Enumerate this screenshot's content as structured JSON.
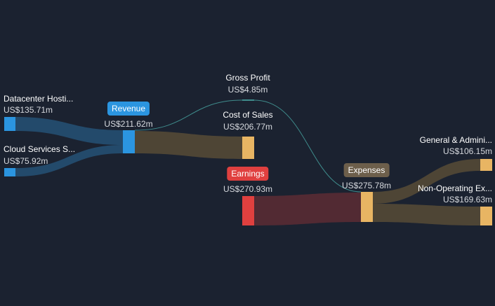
{
  "colors": {
    "background": "#1b2230",
    "revenue_source": "#2b95e0",
    "revenue_flow": "#234a6b",
    "cost_node": "#e8b563",
    "cost_flow": "#4e4535",
    "earnings_node": "#e0403f",
    "earnings_flow": "#522a33",
    "gross_profit_line": "#3f8c8c"
  },
  "nodes": {
    "datacenter": {
      "label": "Datacenter Hosti...",
      "value": "US$135.71m"
    },
    "cloud": {
      "label": "Cloud Services S...",
      "value": "US$75.92m"
    },
    "revenue": {
      "label": "Revenue",
      "value": "US$211.62m"
    },
    "gross_profit": {
      "label": "Gross Profit",
      "value": "US$4.85m"
    },
    "cost_of_sales": {
      "label": "Cost of Sales",
      "value": "US$206.77m"
    },
    "earnings": {
      "label": "Earnings",
      "value": "US$270.93m"
    },
    "expenses": {
      "label": "Expenses",
      "value": "US$275.78m"
    },
    "general_admin": {
      "label": "General & Admini...",
      "value": "US$106.15m"
    },
    "non_operating": {
      "label": "Non-Operating Ex...",
      "value": "US$169.63m"
    }
  },
  "chart_data": {
    "type": "sankey",
    "unit": "US$m",
    "nodes": [
      {
        "id": "datacenter",
        "name": "Datacenter Hosti...",
        "value": 135.71
      },
      {
        "id": "cloud",
        "name": "Cloud Services S...",
        "value": 75.92
      },
      {
        "id": "revenue",
        "name": "Revenue",
        "value": 211.62
      },
      {
        "id": "gross_profit",
        "name": "Gross Profit",
        "value": 4.85
      },
      {
        "id": "cost_of_sales",
        "name": "Cost of Sales",
        "value": 206.77
      },
      {
        "id": "earnings",
        "name": "Earnings",
        "value": 270.93
      },
      {
        "id": "expenses",
        "name": "Expenses",
        "value": 275.78
      },
      {
        "id": "general_admin",
        "name": "General & Admini...",
        "value": 106.15
      },
      {
        "id": "non_operating",
        "name": "Non-Operating Ex...",
        "value": 169.63
      }
    ],
    "links": [
      {
        "source": "datacenter",
        "target": "revenue",
        "value": 135.71
      },
      {
        "source": "cloud",
        "target": "revenue",
        "value": 75.92
      },
      {
        "source": "revenue",
        "target": "gross_profit",
        "value": 4.85
      },
      {
        "source": "revenue",
        "target": "cost_of_sales",
        "value": 206.77
      },
      {
        "source": "gross_profit",
        "target": "expenses",
        "value": 4.85
      },
      {
        "source": "earnings",
        "target": "expenses",
        "value": 270.93
      },
      {
        "source": "expenses",
        "target": "general_admin",
        "value": 106.15
      },
      {
        "source": "expenses",
        "target": "non_operating",
        "value": 169.63
      }
    ]
  }
}
